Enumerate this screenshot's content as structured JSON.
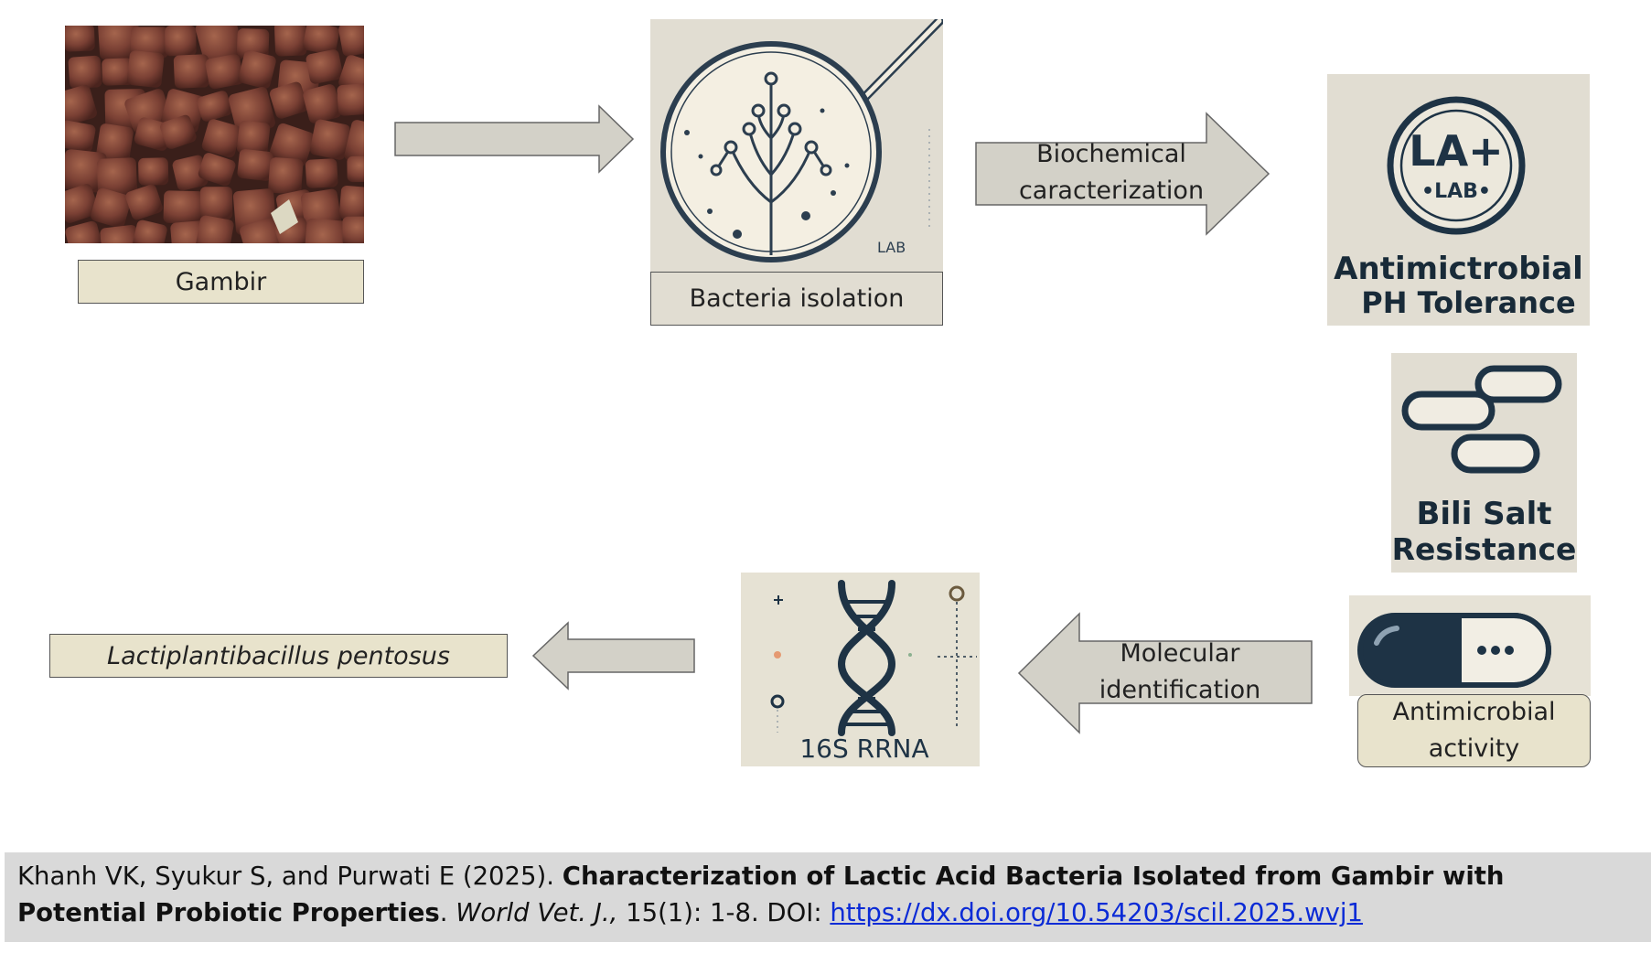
{
  "nodes": {
    "gambir": {
      "label": "Gambir"
    },
    "isolation": {
      "label": "Bacteria isolation",
      "image_text": "LAB"
    },
    "biochemical": {
      "label_line1": "Biochemical",
      "label_line2": "caracterization"
    },
    "antimicrobial_ph": {
      "badge_top": "LA+",
      "badge_bottom": "•LAB•",
      "line1": "Antimictrobial",
      "line2": "PH Tolerance"
    },
    "bile": {
      "line1": "Bili Salt",
      "line2": "Resistance"
    },
    "antimicrobial_activity": {
      "label_line1": "Antimicrobial",
      "label_line2": "activity"
    },
    "molecular": {
      "label_line1": "Molecular",
      "label_line2": "identification"
    },
    "rrna": {
      "label": "16S RRNA"
    },
    "result": {
      "label": "Lactiplantibacillus pentosus"
    }
  },
  "citation": {
    "authors": "Khanh VK, Syukur S, and Purwati E (2025). ",
    "title": "Characterization of Lactic Acid Bacteria Isolated from Gambir with Potential Probiotic Properties",
    "period": ". ",
    "journal": "World Vet. J.,",
    "volume": " 15(1): 1-8. DOI: ",
    "doi_url": "https://dx.doi.org/10.54203/scil.2025.wvj1"
  },
  "colors": {
    "label_fill": "#e8e3cc",
    "arrow_fill": "#d3d1c8",
    "tile_bg": "#e1ddd2",
    "dark_navy": "#1e3345",
    "caption_bg": "#d9d9d9",
    "link": "#0b2bd6"
  }
}
